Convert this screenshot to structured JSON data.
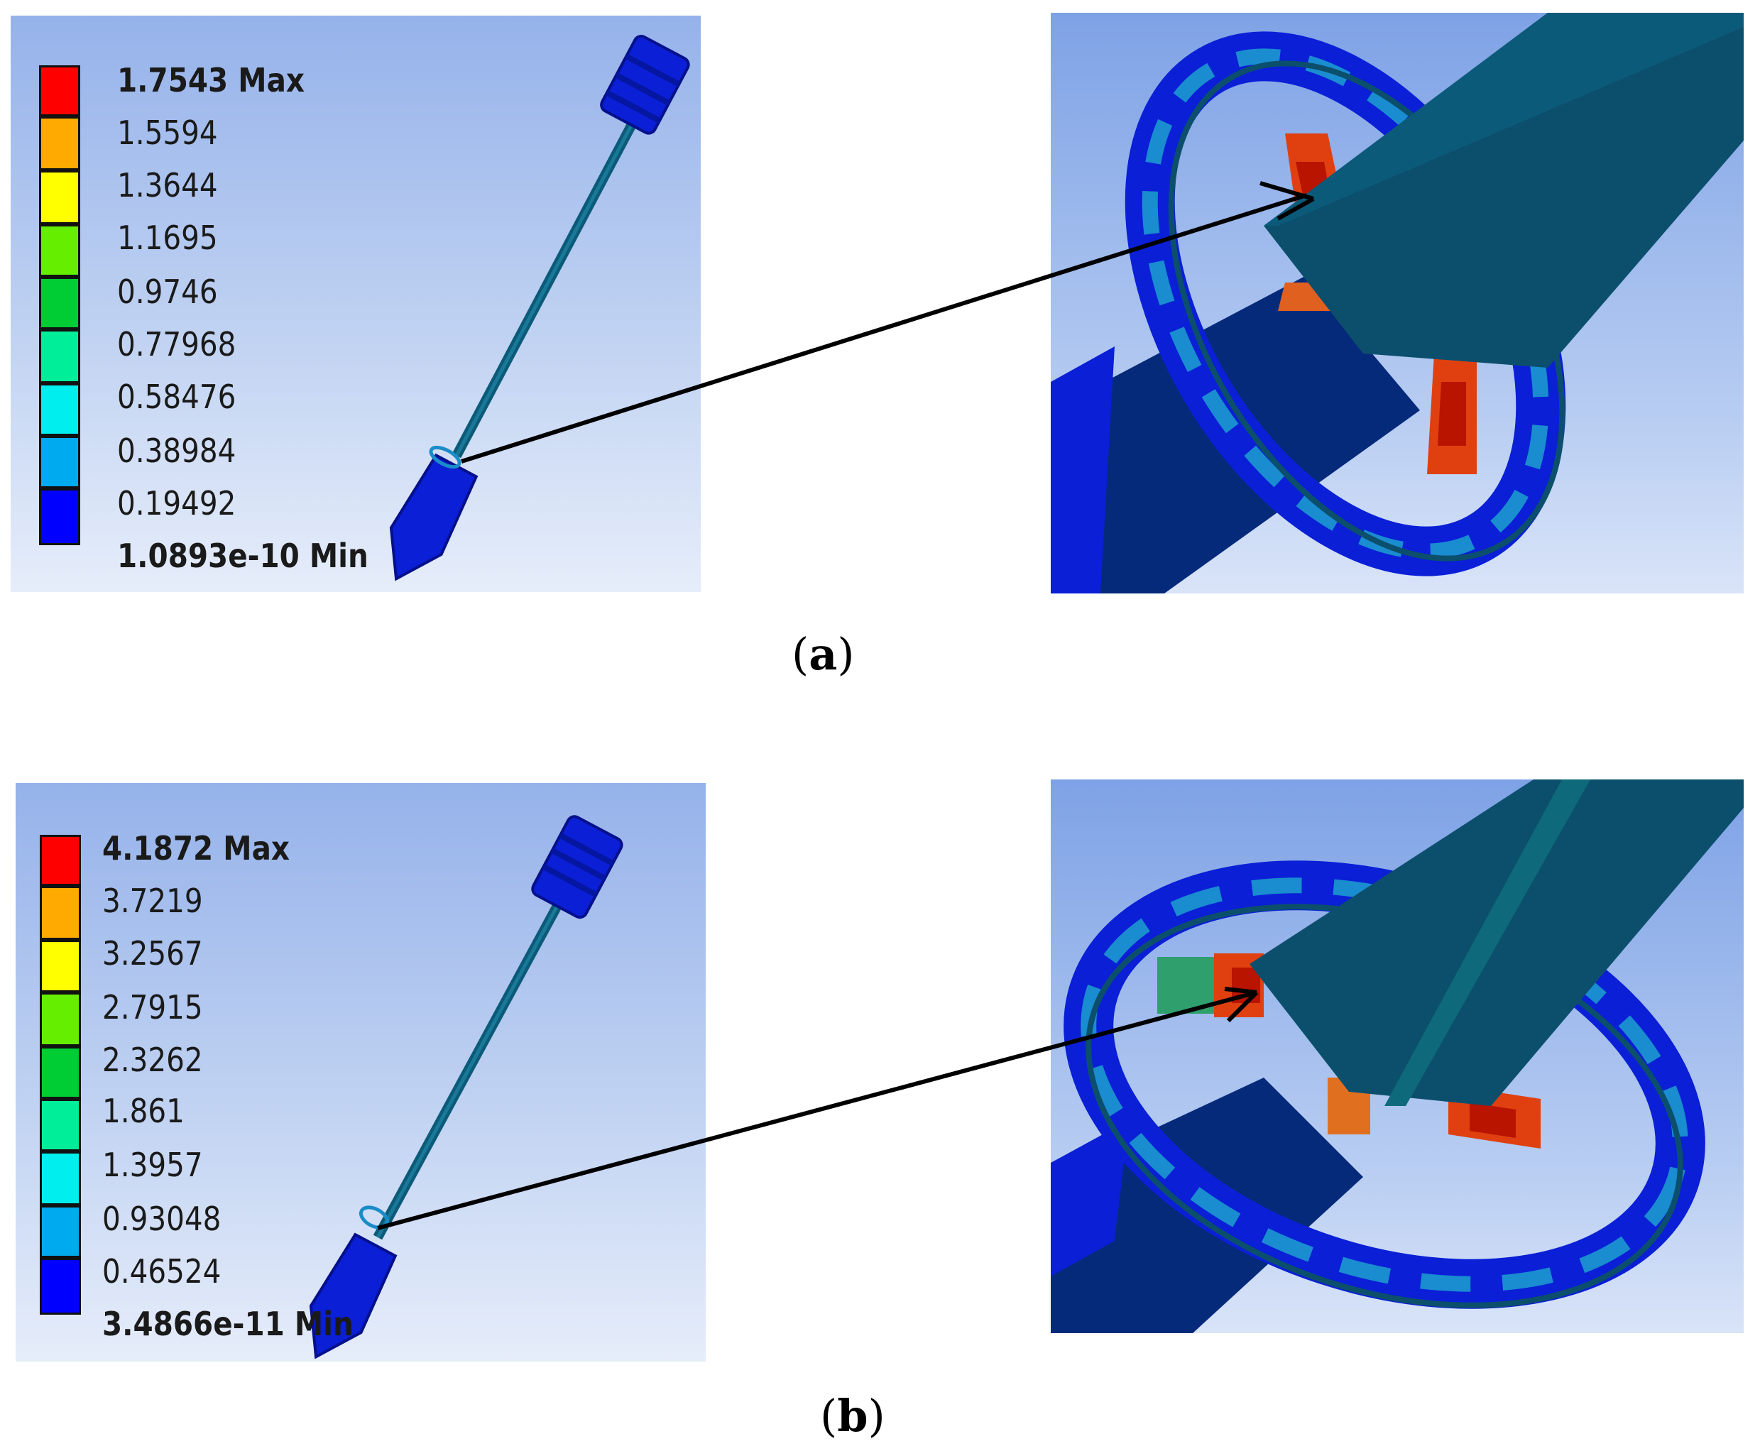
{
  "colors": {
    "scale": [
      "#0000ff",
      "#00aaee",
      "#00eeee",
      "#00ee99",
      "#00cc33",
      "#66ee00",
      "#ffff00",
      "#ffaa00",
      "#ff0000"
    ],
    "model_blue": "#0a1fd6",
    "model_teal": "#0b4f6c",
    "arrow": "#000000"
  },
  "panels": [
    {
      "caption_open": "(",
      "caption_letter": "a",
      "caption_close": ")",
      "legend_labels": [
        "1.7543 Max",
        "1.5594",
        "1.3644",
        "1.1695",
        "0.9746",
        "0.77968",
        "0.58476",
        "0.38984",
        "0.19492",
        "1.0893e-10 Min"
      ]
    },
    {
      "caption_open": "(",
      "caption_letter": "b",
      "caption_close": ")",
      "legend_labels": [
        "4.1872 Max",
        "3.7219",
        "3.2567",
        "2.7915",
        "2.3262",
        "1.861",
        "1.3957",
        "0.93048",
        "0.46524",
        "3.4866e-11 Min"
      ]
    }
  ]
}
